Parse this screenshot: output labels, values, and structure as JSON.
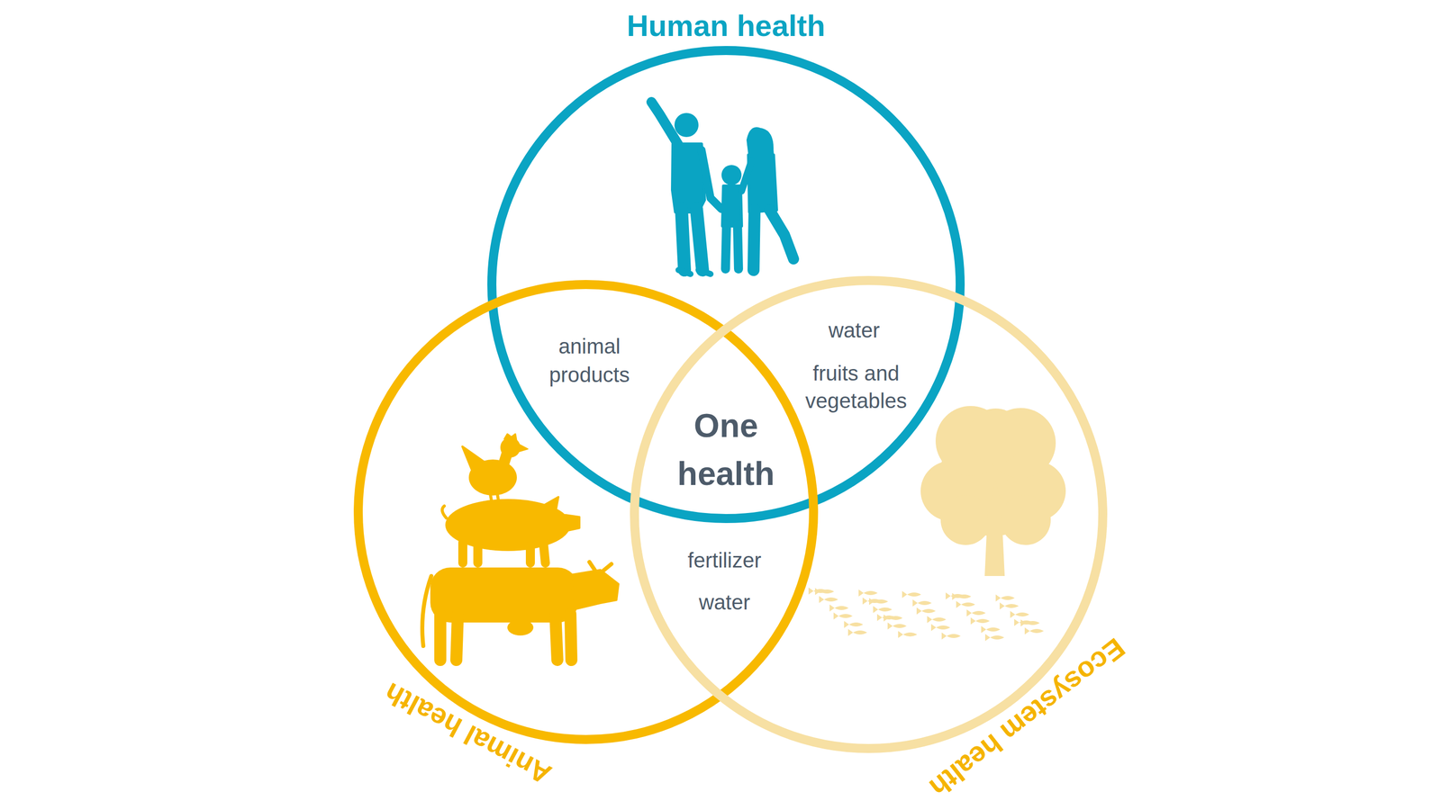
{
  "diagram": {
    "nodes": [
      {
        "text": [
          "Human health"
        ]
      },
      {
        "text": [
          "Animal health"
        ]
      },
      {
        "text": [
          "Ecosystem health"
        ]
      }
    ],
    "labels": [
      "animal products",
      "water",
      "fruits and vegetables",
      "One health",
      "fertilizer",
      "water"
    ]
  }
}
